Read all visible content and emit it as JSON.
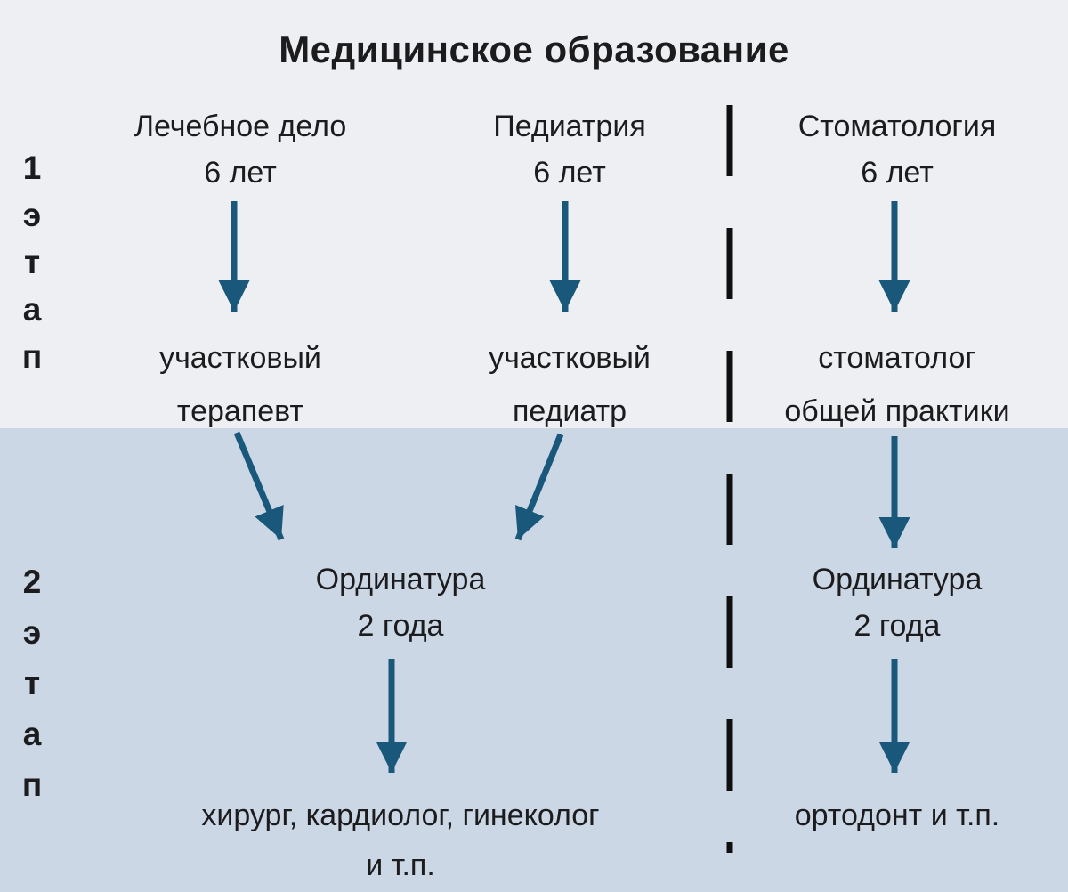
{
  "title": "Медицинское образование",
  "colors": {
    "stage1_bg": "#edeff2",
    "stage2_bg": "#ccd7e5",
    "arrow": "#19577b",
    "divider": "#0f0f10",
    "text": "#1c1c1e"
  },
  "stages": [
    {
      "number": "1",
      "chars": [
        "1",
        "э",
        "т",
        "а",
        "п"
      ]
    },
    {
      "number": "2",
      "chars": [
        "2",
        "э",
        "т",
        "а",
        "п"
      ]
    }
  ],
  "stage1": {
    "columns": [
      {
        "program": "Лечебное дело",
        "duration": "6 лет",
        "outcome_lines": [
          "участковый",
          "терапевт"
        ]
      },
      {
        "program": "Педиатрия",
        "duration": "6 лет",
        "outcome_lines": [
          "участковый",
          "педиатр"
        ]
      },
      {
        "program": "Стоматология",
        "duration": "6 лет",
        "outcome_lines": [
          "стоматолог",
          "общей практики"
        ]
      }
    ]
  },
  "stage2": {
    "left": {
      "residency": "Ординатура",
      "duration": "2 года",
      "outcome_lines": [
        "хирург, кардиолог, гинеколог",
        "и т.п."
      ]
    },
    "right": {
      "residency": "Ординатура",
      "duration": "2 года",
      "outcome_lines": [
        "ортодонт и т.п."
      ]
    }
  }
}
